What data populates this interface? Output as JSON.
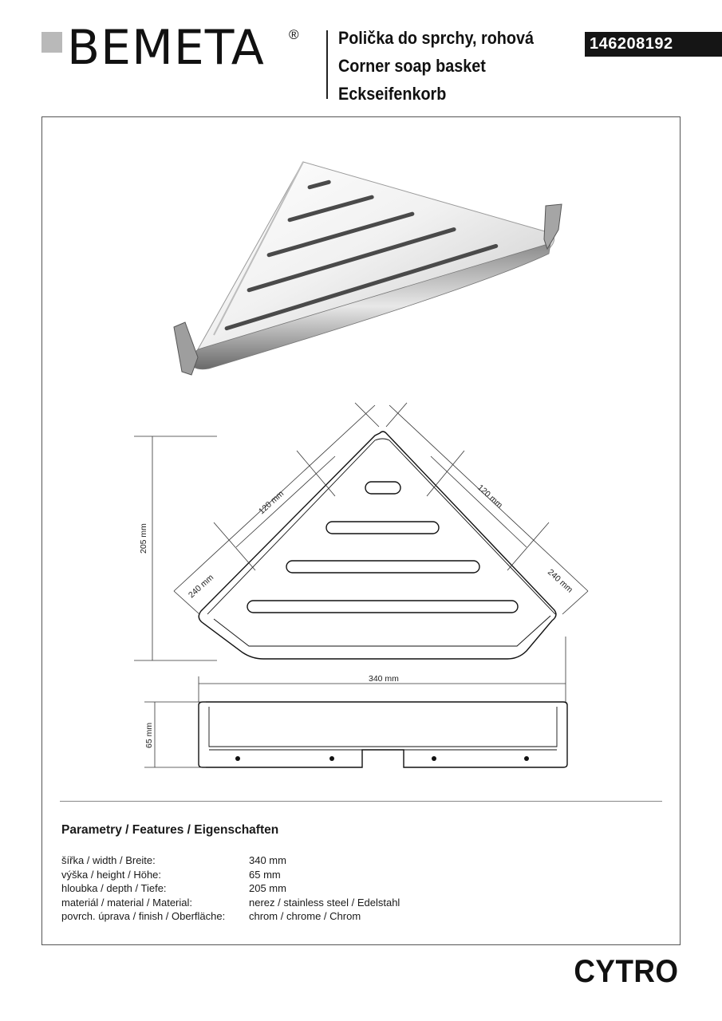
{
  "header": {
    "brand": "BEMETA",
    "registered_mark": "®",
    "title_cz": "Polička do sprchy, rohová",
    "title_en": "Corner soap basket",
    "title_de": "Eckseifenkorb",
    "product_code": "146208192"
  },
  "drawing": {
    "dim_side_120_left": "120 mm",
    "dim_side_120_right": "120 mm",
    "dim_side_240_left": "240 mm",
    "dim_side_240_right": "240 mm",
    "dim_depth": "205 mm",
    "dim_width": "340 mm",
    "dim_height": "65 mm"
  },
  "features": {
    "title": "Parametry / Features / Eigenschaften",
    "rows": [
      {
        "label": "šířka / width / Breite:",
        "value": "340 mm"
      },
      {
        "label": "výška / height / Höhe:",
        "value": "65 mm"
      },
      {
        "label": "hloubka / depth / Tiefe:",
        "value": "205 mm"
      },
      {
        "label": "materiál / material / Material:",
        "value": "nerez / stainless steel / Edelstahl"
      },
      {
        "label": "povrch. úprava / finish / Oberfläche:",
        "value": "chrom / chrome / Chrom"
      }
    ]
  },
  "series_name": "CYTRO",
  "colors": {
    "ink": "#1a1a1a",
    "logo_square": "#b9b9b9",
    "code_box": "#151515"
  }
}
